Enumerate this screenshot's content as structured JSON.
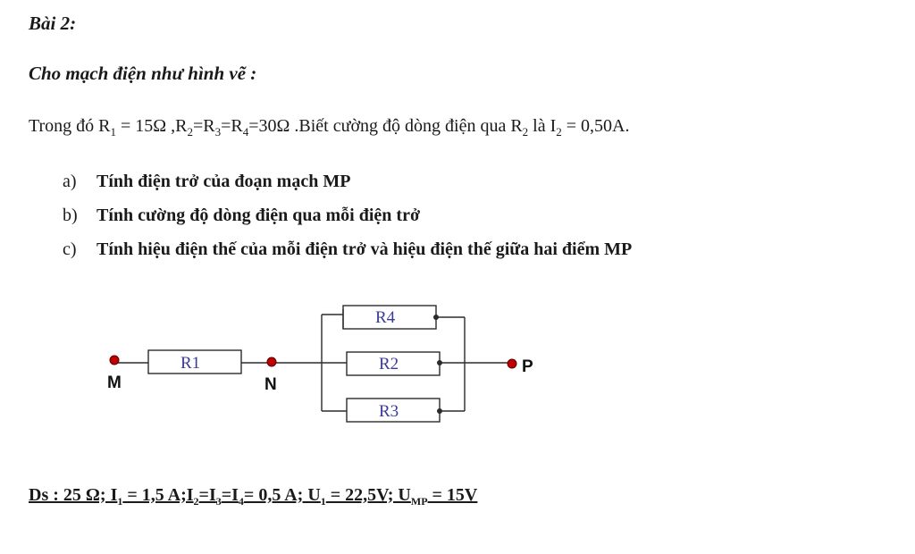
{
  "heading": "Bài 2:",
  "intro": "Cho mạch điện như hình vẽ :",
  "given": {
    "prefix": "Trong đó R",
    "r1_sub": "1",
    "r1_val": " = 15Ω ,R",
    "r2_sub": "2",
    "eq1": "=R",
    "r3_sub": "3",
    "eq2": "=R",
    "r4_sub": "4",
    "r_val": "=30Ω .Biết cường độ dòng điện qua R",
    "r2b_sub": "2",
    "mid": " là I",
    "i2_sub": "2",
    "i2_val": " = 0,50A."
  },
  "questions": [
    {
      "letter": "a)",
      "text": "Tính điện trở của đoạn mạch MP"
    },
    {
      "letter": "b)",
      "text": "Tính cường độ dòng điện qua mỗi điện trở"
    },
    {
      "letter": "c)",
      "text": "Tính hiệu điện thế của mỗi điện trở và hiệu điện thế giữa hai điểm MP"
    }
  ],
  "circuit": {
    "node_m": "M",
    "node_n": "N",
    "node_p": "P",
    "r1": "R1",
    "r2": "R2",
    "r3": "R3",
    "r4": "R4",
    "wire_color": "#2b2b2b",
    "node_color": "#c00000",
    "label_color": "#3a3a9a"
  },
  "answer": {
    "a": "Ds : 25 Ω; I",
    "i1_sub": "1",
    "b": " = 1,5 A;I",
    "i2_sub": "2",
    "c": "=I",
    "i3_sub": "3",
    "d": "=I",
    "i4_sub": "4",
    "e": "=  0,5 A; U",
    "u1_sub": "1",
    "f": " = 22,5V; U",
    "ump_sub": "MP",
    "g": " = 15V"
  }
}
